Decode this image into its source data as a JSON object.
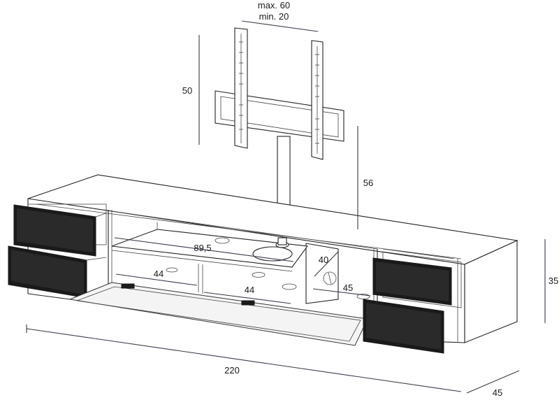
{
  "dimensions": {
    "spacing_max": "max. 60",
    "spacing_min": "min. 20",
    "mount_height": "50",
    "pole_height": "56",
    "cabinet_height": "35",
    "total_width": "220",
    "depth": "45",
    "shelf_width": "89,5",
    "compartment_left": "44",
    "compartment_right": "44",
    "divider_width": "40",
    "divider_depth": "45"
  },
  "colors": {
    "line": "#222222",
    "dimension": "#3a3a4a",
    "panel": "#1a1a1a"
  }
}
